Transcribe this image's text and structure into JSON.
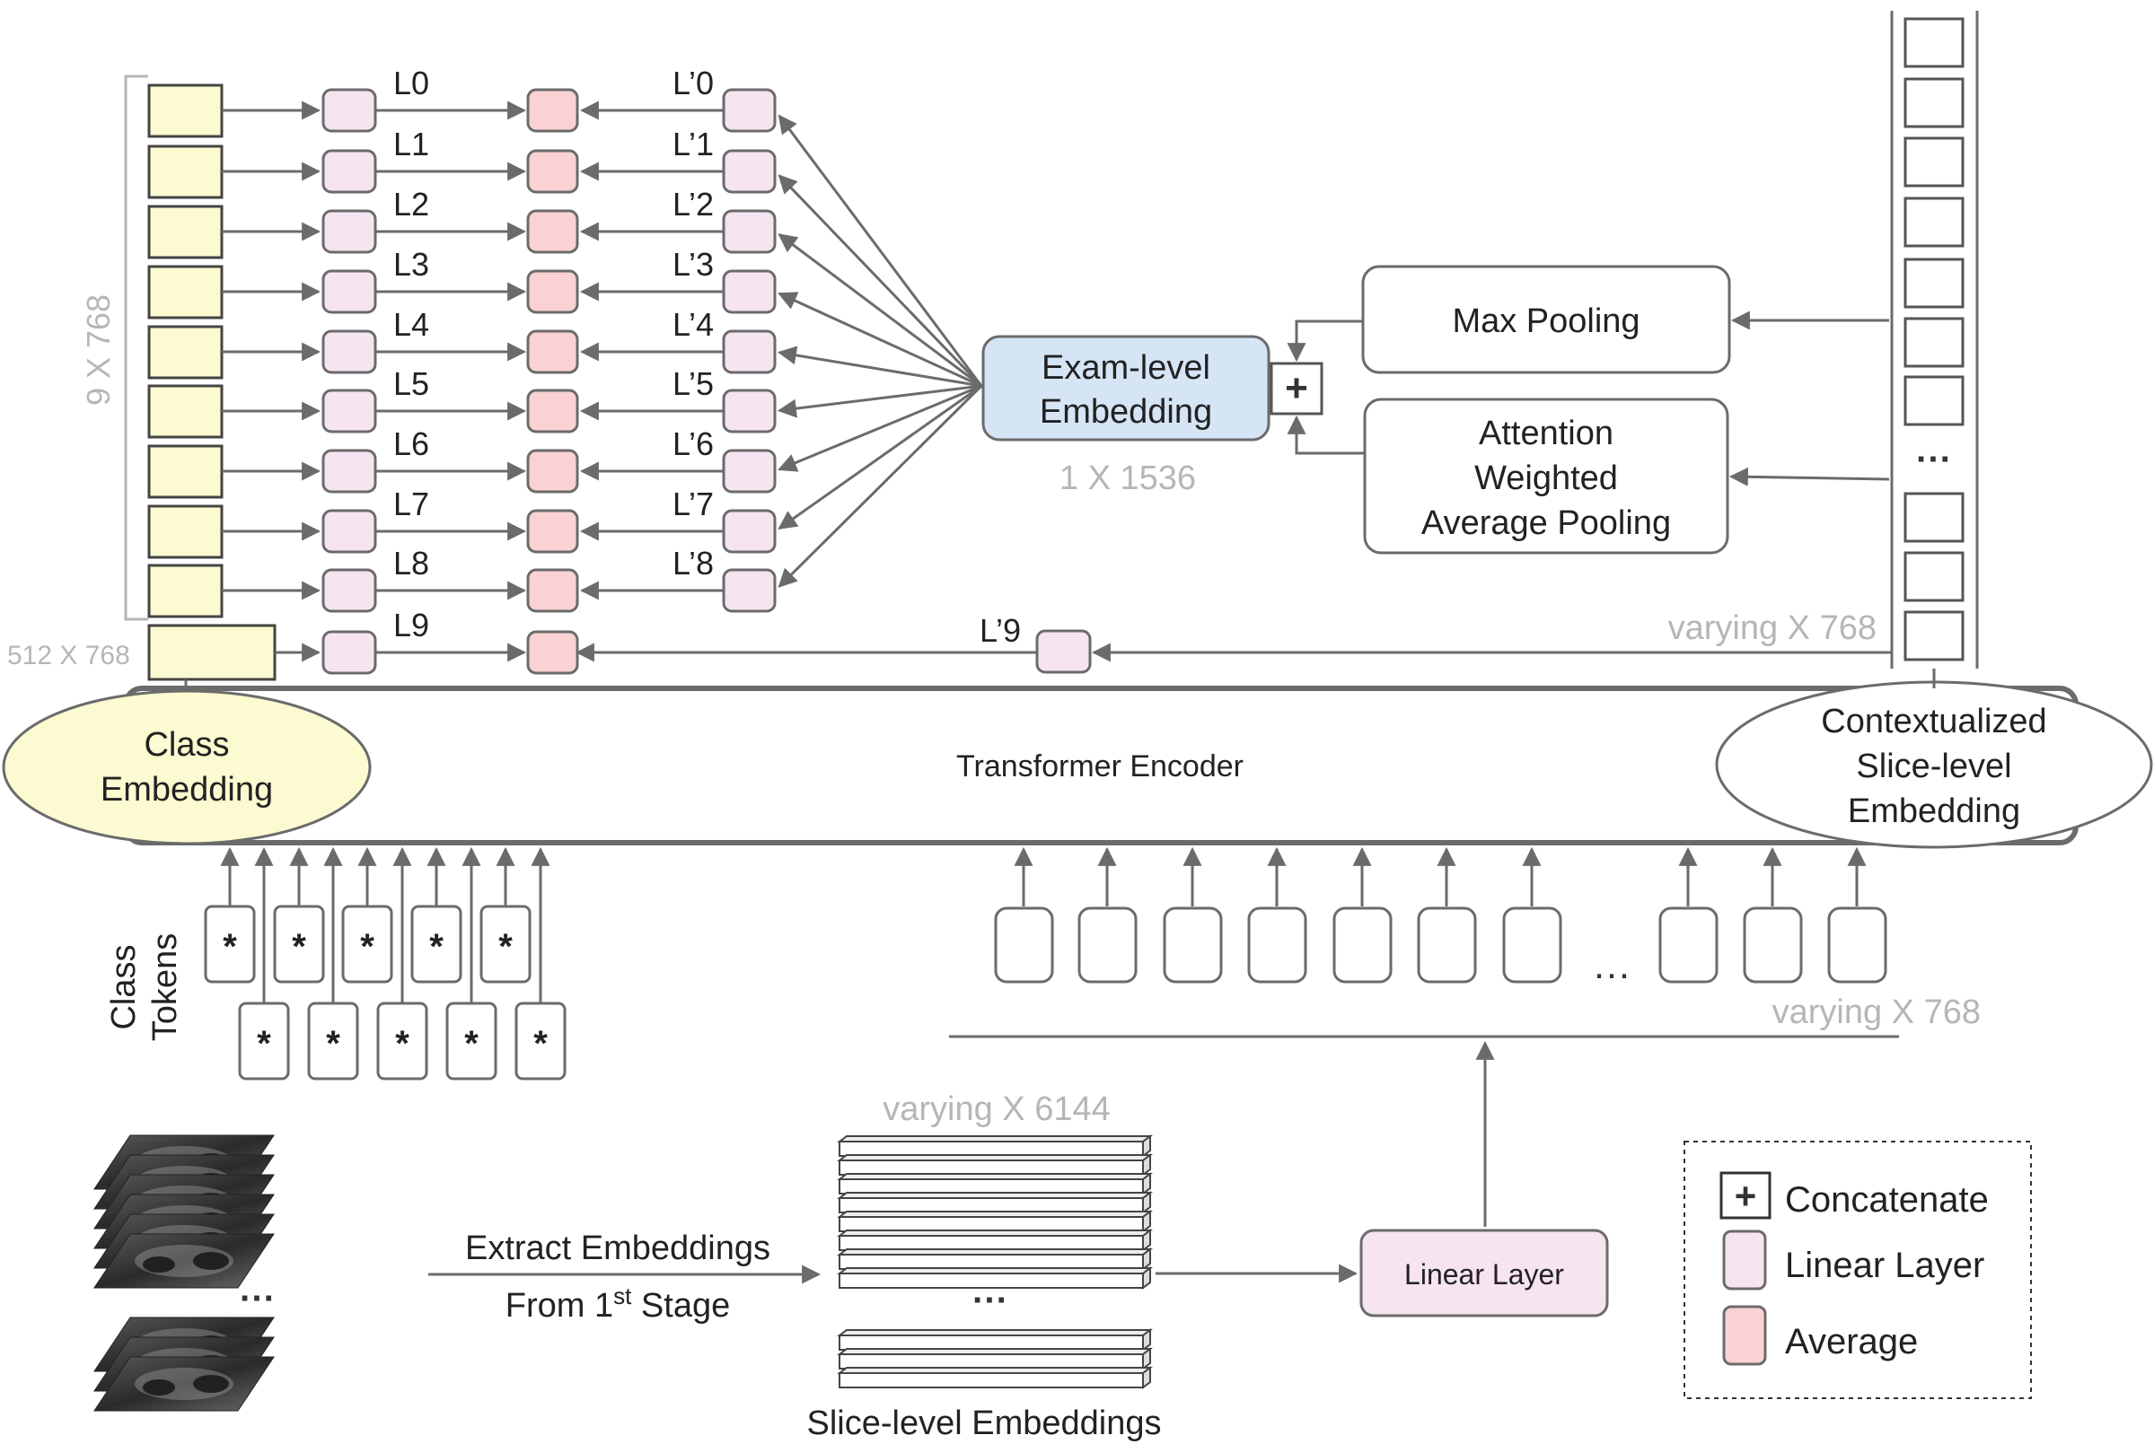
{
  "labels": {
    "dim_9x768": "9 X 768",
    "dim_512x768": "512 X 768",
    "dim_1x1536": "1 X 1536",
    "dim_varying_768_top": "varying X 768",
    "dim_varying_768_mid": "varying X 768",
    "dim_varying_6144": "varying X 6144",
    "exam_embedding": [
      "Exam-level",
      "Embedding"
    ],
    "max_pooling": "Max Pooling",
    "attention_pooling": [
      "Attention",
      "Weighted",
      "Average Pooling"
    ],
    "transformer_encoder": "Transformer Encoder",
    "class_embedding": [
      "Class",
      "Embedding"
    ],
    "contextualized": [
      "Contextualized",
      "Slice-level",
      "Embedding"
    ],
    "class_tokens": [
      "Class",
      "Tokens"
    ],
    "token_symbol": "*",
    "extract_line1": "Extract Embeddings",
    "extract_line2_pre": "From 1",
    "extract_sup": "st",
    "extract_line2_post": " Stage",
    "slice_level_embeddings": "Slice-level Embeddings",
    "linear_layer_box": "Linear Layer",
    "ellipsis": "…",
    "ellipsis_vertical_dots": "···"
  },
  "l_labels": [
    "L0",
    "L1",
    "L2",
    "L3",
    "L4",
    "L5",
    "L6",
    "L7",
    "L8",
    "L9"
  ],
  "lp_labels": [
    "L’0",
    "L’1",
    "L’2",
    "L’3",
    "L’4",
    "L’5",
    "L’6",
    "L’7",
    "L’8",
    "L’9"
  ],
  "legend": {
    "items": [
      {
        "icon": "+",
        "label": "Concatenate"
      },
      {
        "label": "Linear Layer"
      },
      {
        "label": "Average"
      }
    ]
  },
  "colors": {
    "class_embedding_fill": "#fbfad0",
    "linear_layer_fill": "#f6e4f1",
    "average_fill": "#fad2d3",
    "exam_embedding_fill": "#d5e5f5",
    "stroke": "#6b6b6b",
    "dim_text": "#b6b6b6"
  }
}
